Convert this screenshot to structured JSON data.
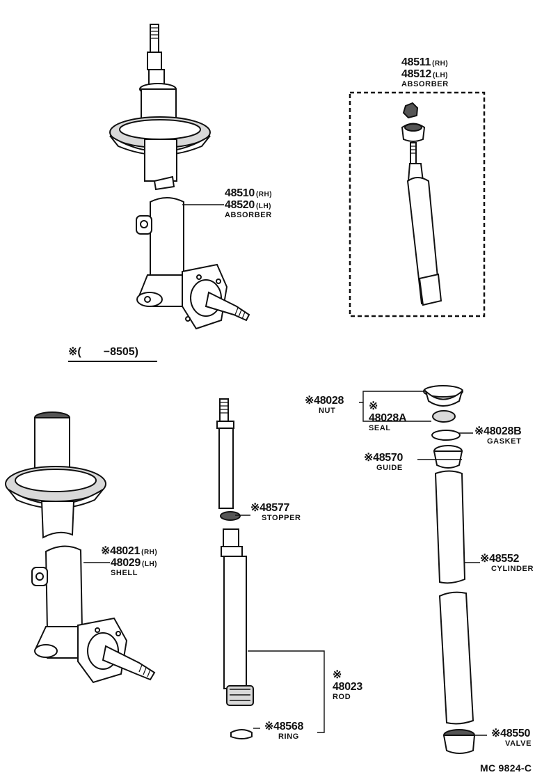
{
  "header_note": "※(　　−8505)",
  "footer_code": "MC  9824-C",
  "labels": {
    "absorber_top": {
      "line1_pn": "48511",
      "line1_side": "(RH)",
      "line2_pn": "48512",
      "line2_side": "(LH)",
      "name": "ABSORBER"
    },
    "absorber_left": {
      "line1_pn": "48510",
      "line1_side": "(RH)",
      "line2_pn": "48520",
      "line2_side": "(LH)",
      "name": "ABSORBER"
    },
    "shell": {
      "line1_pn": "※48021",
      "line1_side": "(RH)",
      "line2_pn": "48029",
      "line2_side": "(LH)",
      "name": "SHELL"
    },
    "stopper": {
      "pn": "※48577",
      "name": "STOPPER"
    },
    "rod": {
      "mark": "※",
      "pn": "48023",
      "name": "ROD"
    },
    "ring": {
      "pn": "※48568",
      "name": "RING"
    },
    "nut": {
      "pn": "※48028",
      "name": "NUT"
    },
    "seal": {
      "mark": "※",
      "pn": "48028A",
      "name": "SEAL"
    },
    "gasket": {
      "pn": "※48028B",
      "name": "GASKET"
    },
    "guide": {
      "pn": "※48570",
      "name": "GUIDE"
    },
    "cylinder": {
      "pn": "※48552",
      "name": "CYLINDER"
    },
    "valve": {
      "pn": "※48550",
      "name": "VALVE"
    }
  }
}
